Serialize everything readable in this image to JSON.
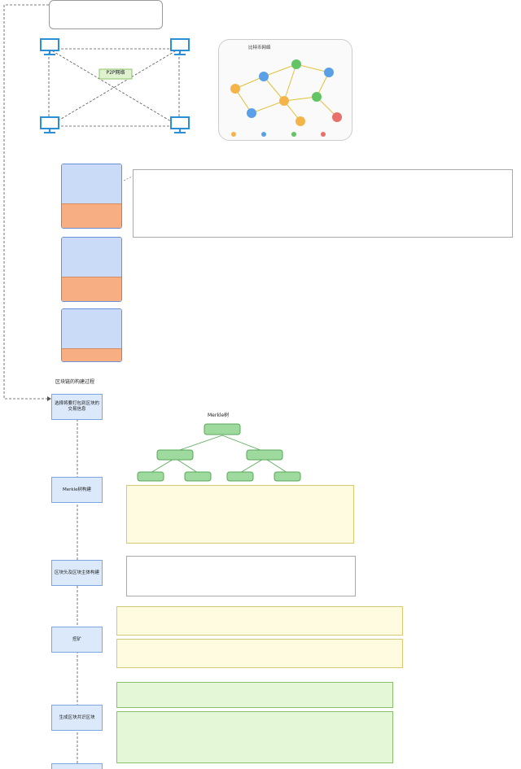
{
  "top_note": {
    "text": ""
  },
  "p2p": {
    "label": "P2P网络"
  },
  "btc_network": {
    "title": "比特币网络",
    "legend": [
      "",
      "",
      "",
      ""
    ]
  },
  "chain": {
    "blocks": [
      {
        "height_label": "",
        "header_lines": [
          "",
          "",
          "",
          "",
          ""
        ],
        "body_lines": [
          "",
          ""
        ]
      },
      {
        "height_label": "",
        "header_lines": [
          "",
          "",
          "",
          "",
          ""
        ],
        "body_lines": [
          "",
          ""
        ]
      },
      {
        "height_label": "",
        "header_lines": [
          "",
          "",
          "",
          "",
          ""
        ],
        "body_lines": [
          "",
          ""
        ]
      }
    ]
  },
  "header_callout": {
    "title": "",
    "items": [
      "",
      "",
      "",
      "",
      "",
      "",
      ""
    ]
  },
  "flow": {
    "title": "区块链的构建过程",
    "steps": [
      {
        "label": "选择将要打包到区块的交易信息"
      },
      {
        "label": "Merkle树构建"
      },
      {
        "label": "区块头及区块主体构建"
      },
      {
        "label": "挖矿"
      },
      {
        "label": "生成区块共识区块"
      }
    ]
  },
  "merkle": {
    "title": "Merkle树",
    "root": "",
    "mid": [
      "",
      ""
    ],
    "leaves": [
      "",
      "",
      "",
      ""
    ]
  },
  "notes": {
    "merkle_note": "",
    "block_note": "",
    "mining_note_1": "",
    "mining_note_2": "",
    "consensus_note": "",
    "validation_note": ""
  },
  "colors": {
    "accent_blue": "#7aa7e0",
    "step_fill": "#dce9fa",
    "block_head": "#c9dbf6",
    "block_body": "#f6ae82",
    "merkle_node": "#9ed99e",
    "note_yellow": "#fffbe0",
    "note_green": "#e4f7d6"
  }
}
